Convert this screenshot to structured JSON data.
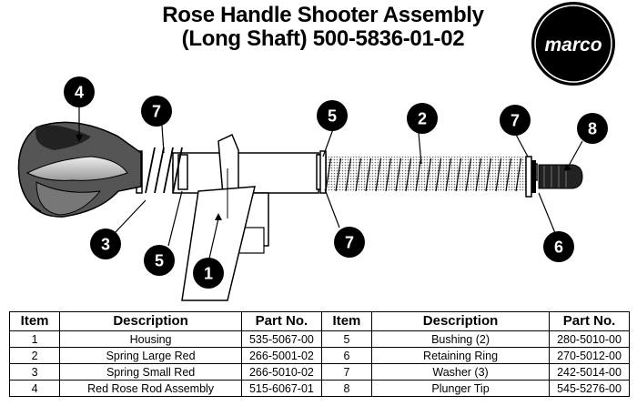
{
  "title": {
    "line1": "Rose Handle Shooter Assembly",
    "line2": "(Long Shaft) 500-5836-01-02"
  },
  "logo": {
    "text": "marco",
    "icon": "marco-logo"
  },
  "callouts": [
    "4",
    "7",
    "5",
    "2",
    "7",
    "8",
    "3",
    "5",
    "1",
    "7",
    "6"
  ],
  "table": {
    "headers": [
      "Item",
      "Description",
      "Part No.",
      "Item",
      "Description",
      "Part No."
    ],
    "rows": [
      [
        "1",
        "Housing",
        "535-5067-00",
        "5",
        "Bushing (2)",
        "280-5010-00"
      ],
      [
        "2",
        "Spring Large Red",
        "266-5001-02",
        "6",
        "Retaining Ring",
        "270-5012-00"
      ],
      [
        "3",
        "Spring Small Red",
        "266-5010-02",
        "7",
        "Washer (3)",
        "242-5014-00"
      ],
      [
        "4",
        "Red Rose Rod Assembly",
        "515-6067-01",
        "8",
        "Plunger Tip",
        "545-5276-00"
      ]
    ]
  },
  "colors": {
    "ink": "#000000",
    "callout_fill": "#000000",
    "callout_text": "#ffffff"
  }
}
